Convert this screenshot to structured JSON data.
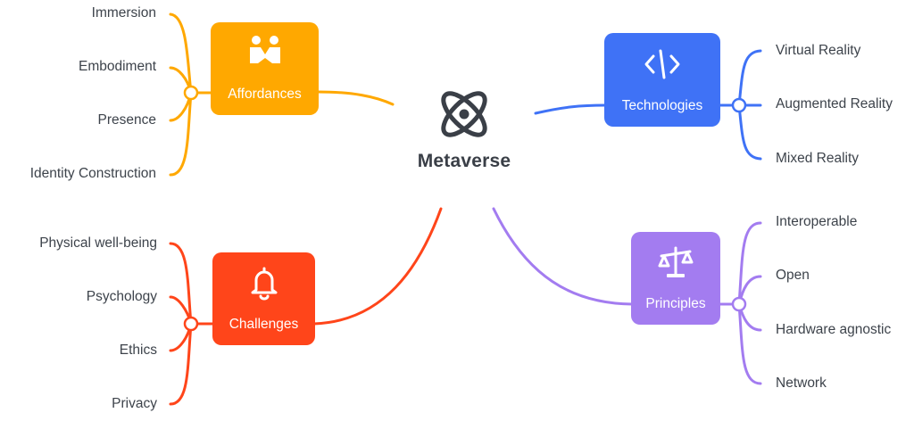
{
  "central": {
    "title": "Metaverse",
    "icon": "atom-icon"
  },
  "branches": {
    "affordances": {
      "label": "Affordances",
      "icon": "handshake-icon",
      "color": "#FFA800",
      "items": [
        "Immersion",
        "Embodiment",
        "Presence",
        "Identity Construction"
      ]
    },
    "challenges": {
      "label": "Challenges",
      "icon": "bell-icon",
      "color": "#FF451A",
      "items": [
        "Physical well-being",
        "Psychology",
        "Ethics",
        "Privacy"
      ]
    },
    "technologies": {
      "label": "Technologies",
      "icon": "code-icon",
      "color": "#3F72F6",
      "items": [
        "Virtual Reality",
        "Augmented Reality",
        "Mixed Reality"
      ]
    },
    "principles": {
      "label": "Principles",
      "icon": "scales-icon",
      "color": "#A37CF0",
      "items": [
        "Interoperable",
        "Open",
        "Hardware agnostic",
        "Network"
      ]
    }
  }
}
